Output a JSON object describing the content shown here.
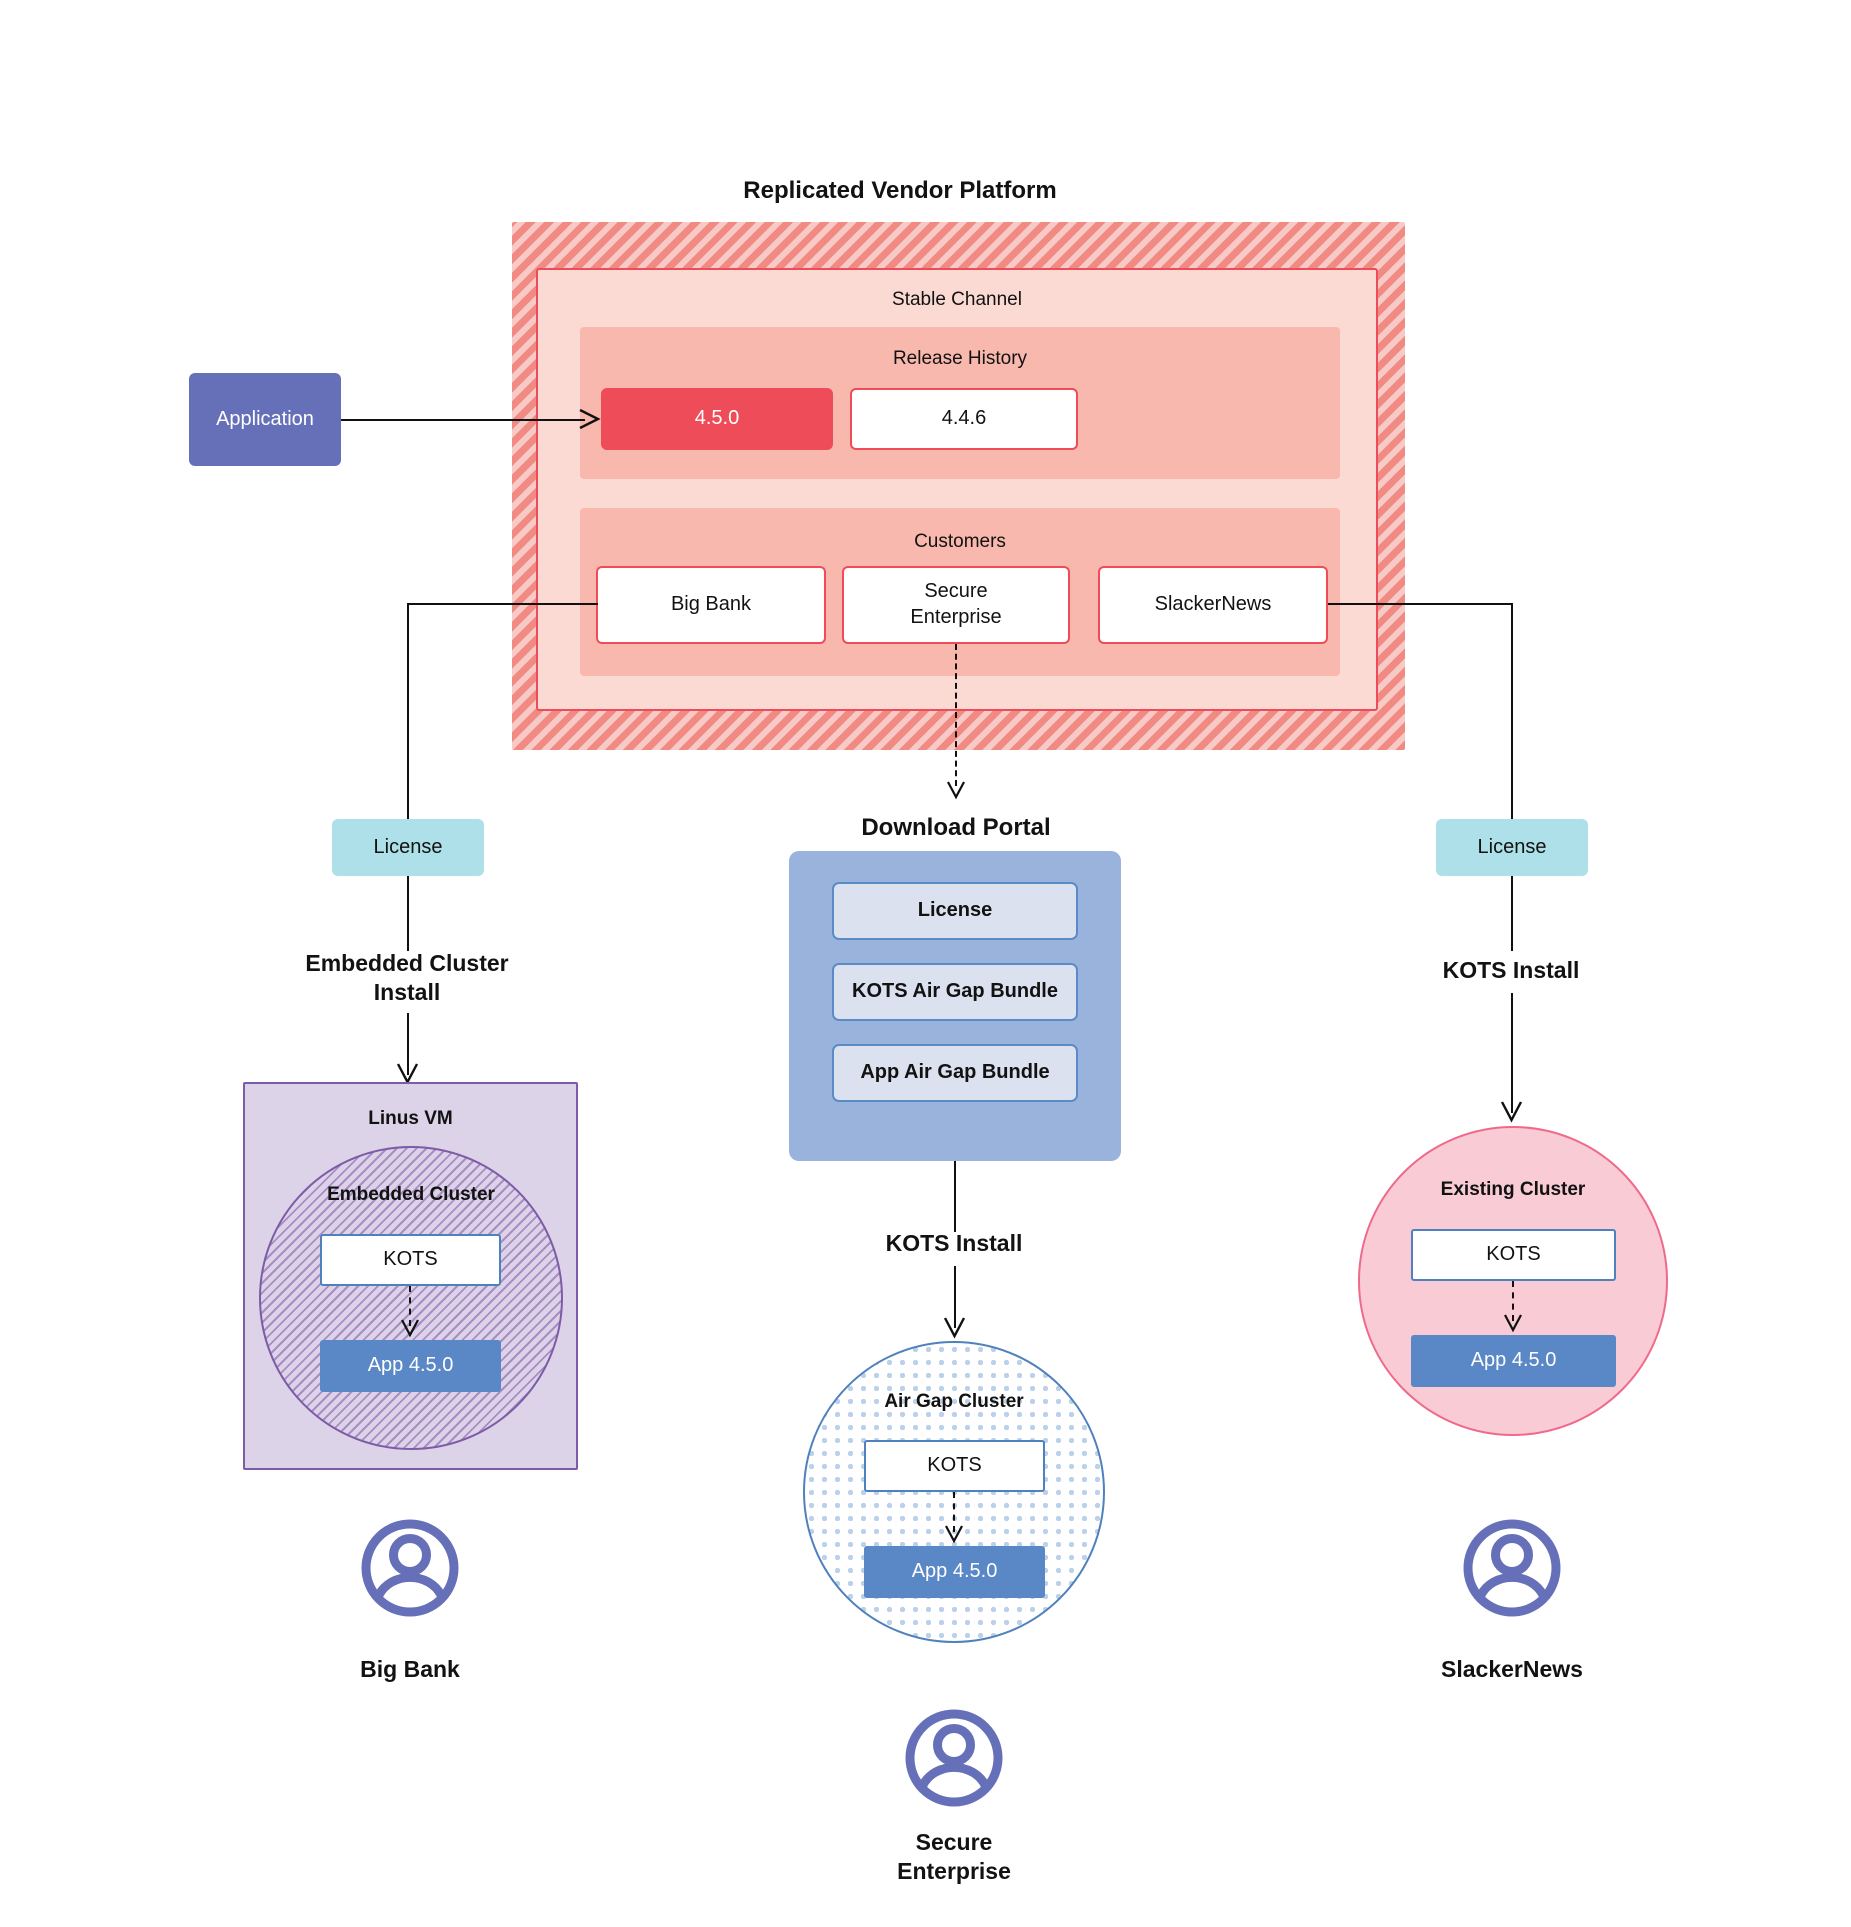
{
  "diagram": {
    "title": "Replicated Vendor Platform",
    "application_label": "Application",
    "stable_channel_label": "Stable Channel",
    "release_history_label": "Release History",
    "customers_label": "Customers",
    "download_portal_title": "Download  Portal"
  },
  "releases": [
    {
      "version": "4.5.0",
      "state": "current"
    },
    {
      "version": "4.4.6",
      "state": "previous"
    }
  ],
  "customers": [
    {
      "name": "Big Bank"
    },
    {
      "name": "Secure\nEnterprise"
    },
    {
      "name": "SlackerNews"
    }
  ],
  "portal_items": [
    {
      "label": "License"
    },
    {
      "label": "KOTS Air Gap Bundle"
    },
    {
      "label": "App Air Gap Bundle"
    }
  ],
  "licenses": {
    "left_label": "License",
    "right_label": "License"
  },
  "install_labels": {
    "embedded": "Embedded Cluster\nInstall",
    "airgap": "KOTS Install",
    "existing": "KOTS Install"
  },
  "clusters": {
    "vm": {
      "host_label": "Linus VM",
      "cluster_label": "Embedded Cluster",
      "kots_label": "KOTS",
      "app_label": "App 4.5.0"
    },
    "airgap": {
      "cluster_label": "Air Gap Cluster",
      "kots_label": "KOTS",
      "app_label": "App 4.5.0"
    },
    "existing": {
      "cluster_label": "Existing Cluster",
      "kots_label": "KOTS",
      "app_label": "App 4.5.0"
    }
  },
  "users": [
    {
      "name": "Big Bank"
    },
    {
      "name": "Secure\nEnterprise"
    },
    {
      "name": "SlackerNews"
    }
  ],
  "colors": {
    "platform_hatch": "#f08a82",
    "channel_bg": "#fbdad4",
    "panel_bg": "#f9b8ae",
    "accent_red": "#ee4c59",
    "application_purple": "#6670b8",
    "license_teal": "#ade0e8",
    "portal_blue": "#9ab3dc",
    "portal_item_blue": "#dce1f0",
    "vm_purple": "#dcd3e8",
    "vm_border": "#7d5ba6",
    "airgap_border": "#4f81bd",
    "existing_pink": "#f9cbd4",
    "existing_border": "#ef6a8a",
    "app_blue": "#5a87c5",
    "line_black": "#111111"
  }
}
